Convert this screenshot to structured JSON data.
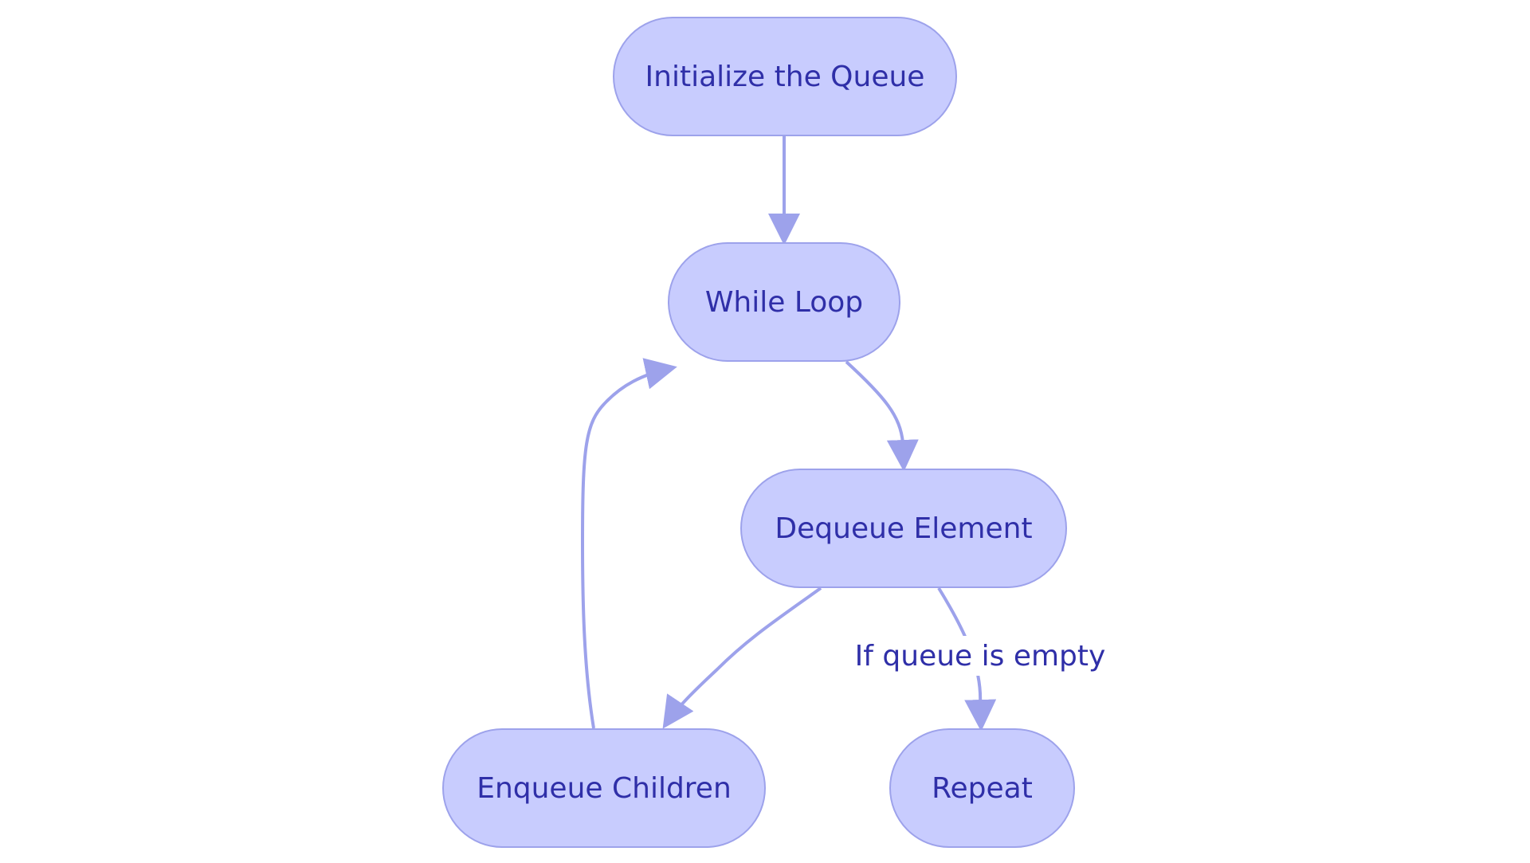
{
  "diagram": {
    "nodes": {
      "init": "Initialize the Queue",
      "while_loop": "While Loop",
      "dequeue": "Dequeue Element",
      "enqueue": "Enqueue Children",
      "repeat": "Repeat"
    },
    "edge_labels": {
      "dequeue_to_repeat": "If queue is empty"
    },
    "colors": {
      "node_fill": "#c8ccfe",
      "node_border": "#9da2eb",
      "text": "#2f2fa8",
      "edge": "#9da2eb"
    }
  }
}
